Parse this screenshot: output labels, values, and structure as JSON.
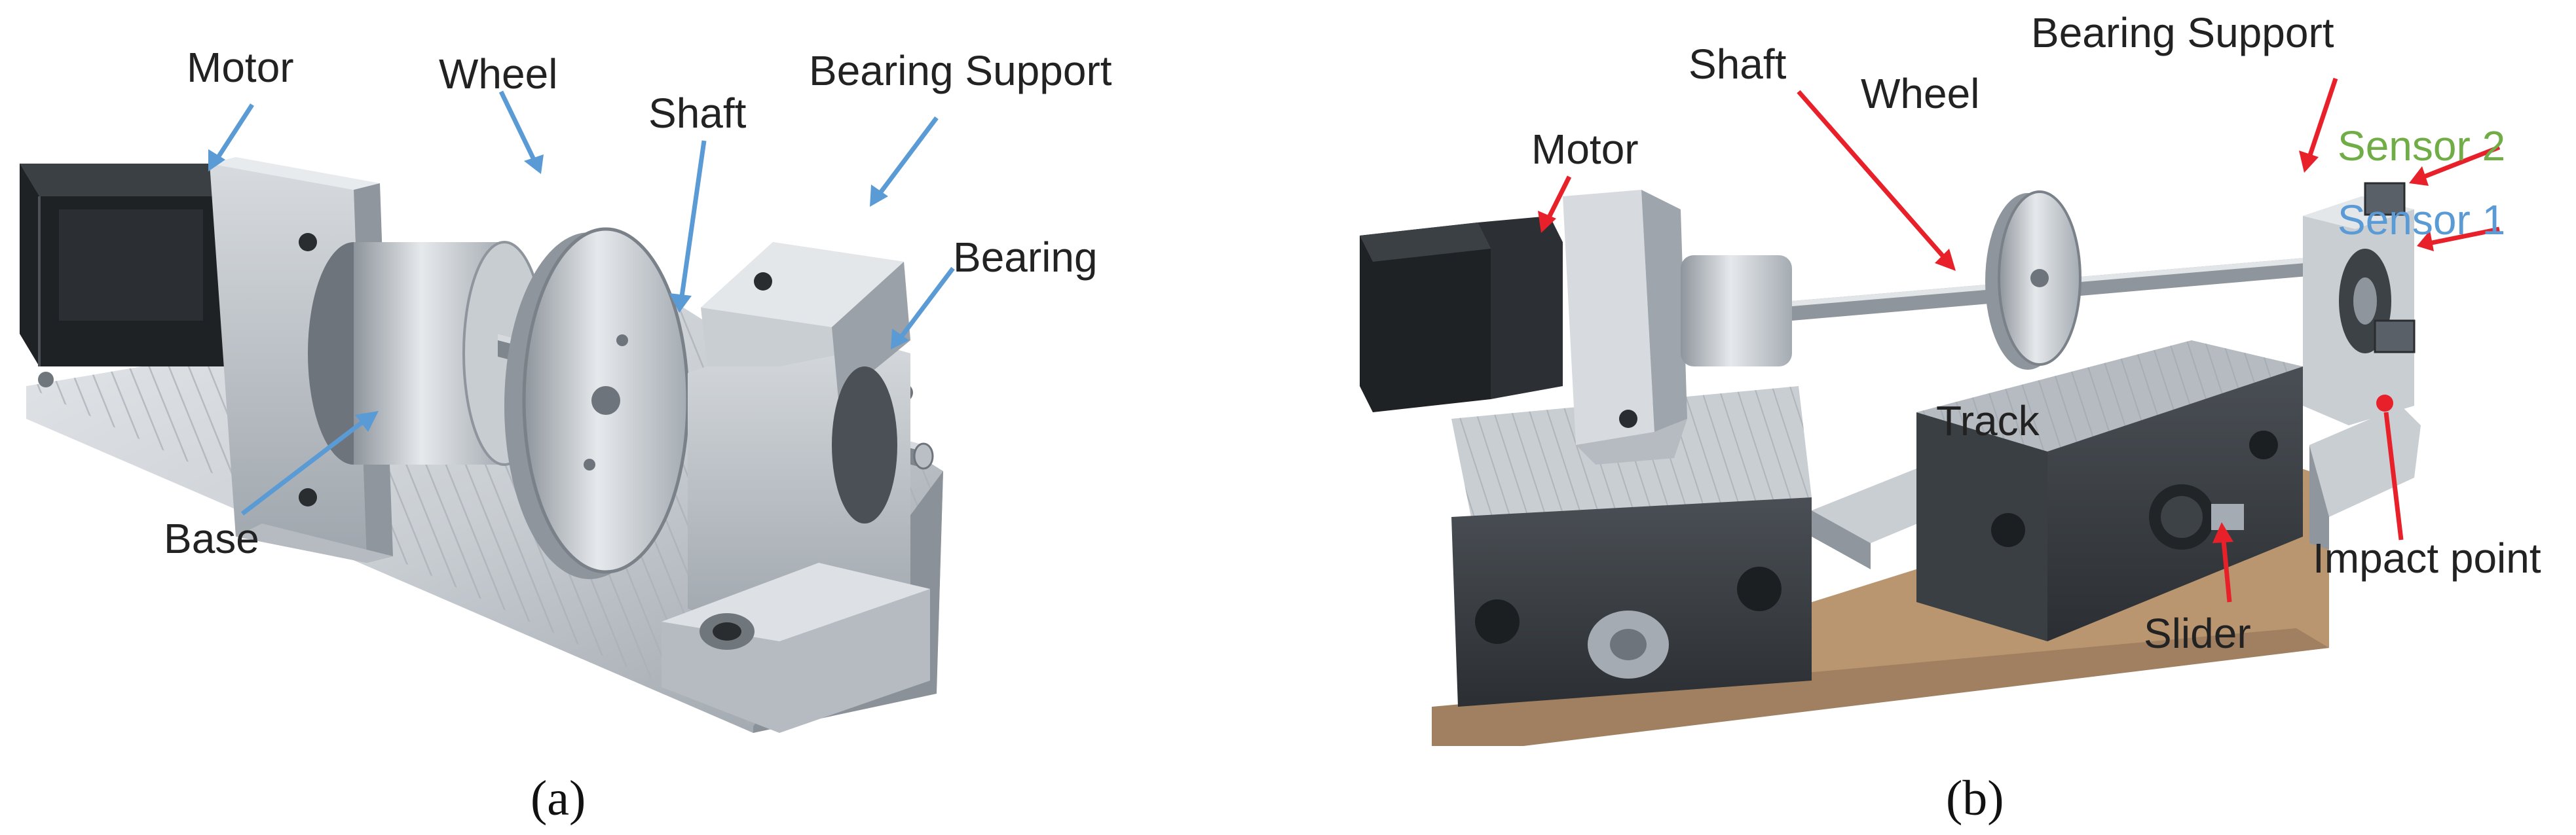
{
  "panel_a": {
    "caption": "(a)",
    "labels": {
      "motor": "Motor",
      "wheel": "Wheel",
      "shaft": "Shaft",
      "bearing_support": "Bearing Support",
      "bearing": "Bearing",
      "base": "Base"
    },
    "arrow_color": "#5b9bd5"
  },
  "panel_b": {
    "caption": "(b)",
    "labels": {
      "shaft": "Shaft",
      "wheel": "Wheel",
      "bearing_support": "Bearing Support",
      "motor": "Motor",
      "sensor2": "Sensor 2",
      "sensor1": "Sensor 1",
      "track": "Track",
      "impact_point": "Impact point",
      "slider": "Slider"
    },
    "arrow_color": "#e8202a",
    "sensor2_color": "#70ad47",
    "sensor1_color": "#5b9bd5"
  }
}
